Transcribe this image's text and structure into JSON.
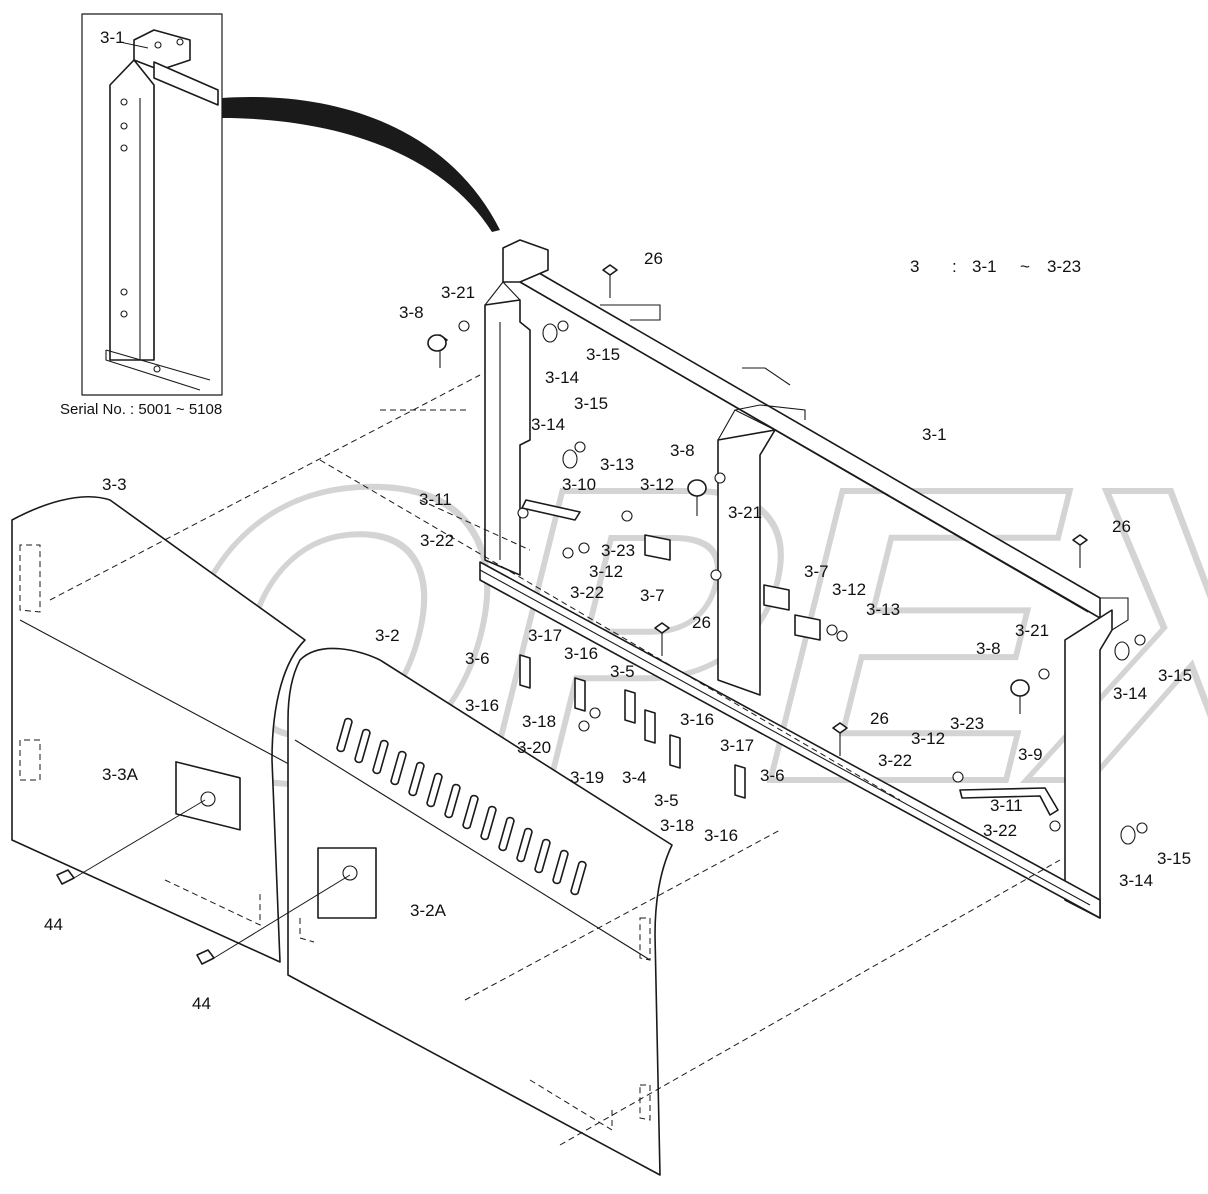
{
  "watermark": {
    "brand": "OPEX"
  },
  "legend": {
    "assembly": "3",
    "sep": ":",
    "from": "3-1",
    "tilde": "~",
    "to": "3-23"
  },
  "inset": {
    "label": "3-1",
    "serial": "Serial No. : 5001 ~ 5108"
  },
  "labels": [
    {
      "id": "p26a",
      "text": "26"
    },
    {
      "id": "p26b",
      "text": "26"
    },
    {
      "id": "p26c",
      "text": "26"
    },
    {
      "id": "p26d",
      "text": "26"
    },
    {
      "id": "p3-1",
      "text": "3-1"
    },
    {
      "id": "p3-2",
      "text": "3-2"
    },
    {
      "id": "p3-2A",
      "text": "3-2A"
    },
    {
      "id": "p3-3",
      "text": "3-3"
    },
    {
      "id": "p3-3A",
      "text": "3-3A"
    },
    {
      "id": "p3-4",
      "text": "3-4"
    },
    {
      "id": "p3-5a",
      "text": "3-5"
    },
    {
      "id": "p3-5b",
      "text": "3-5"
    },
    {
      "id": "p3-6a",
      "text": "3-6"
    },
    {
      "id": "p3-6b",
      "text": "3-6"
    },
    {
      "id": "p3-7a",
      "text": "3-7"
    },
    {
      "id": "p3-7b",
      "text": "3-7"
    },
    {
      "id": "p3-8a",
      "text": "3-8"
    },
    {
      "id": "p3-8b",
      "text": "3-8"
    },
    {
      "id": "p3-8c",
      "text": "3-8"
    },
    {
      "id": "p3-9",
      "text": "3-9"
    },
    {
      "id": "p3-10",
      "text": "3-10"
    },
    {
      "id": "p3-11a",
      "text": "3-11"
    },
    {
      "id": "p3-11b",
      "text": "3-11"
    },
    {
      "id": "p3-12a",
      "text": "3-12"
    },
    {
      "id": "p3-12b",
      "text": "3-12"
    },
    {
      "id": "p3-12c",
      "text": "3-12"
    },
    {
      "id": "p3-12d",
      "text": "3-12"
    },
    {
      "id": "p3-13a",
      "text": "3-13"
    },
    {
      "id": "p3-13b",
      "text": "3-13"
    },
    {
      "id": "p3-14a",
      "text": "3-14"
    },
    {
      "id": "p3-14b",
      "text": "3-14"
    },
    {
      "id": "p3-14c",
      "text": "3-14"
    },
    {
      "id": "p3-14d",
      "text": "3-14"
    },
    {
      "id": "p3-15a",
      "text": "3-15"
    },
    {
      "id": "p3-15b",
      "text": "3-15"
    },
    {
      "id": "p3-15c",
      "text": "3-15"
    },
    {
      "id": "p3-15d",
      "text": "3-15"
    },
    {
      "id": "p3-16a",
      "text": "3-16"
    },
    {
      "id": "p3-16b",
      "text": "3-16"
    },
    {
      "id": "p3-16c",
      "text": "3-16"
    },
    {
      "id": "p3-16d",
      "text": "3-16"
    },
    {
      "id": "p3-17a",
      "text": "3-17"
    },
    {
      "id": "p3-17b",
      "text": "3-17"
    },
    {
      "id": "p3-18a",
      "text": "3-18"
    },
    {
      "id": "p3-18b",
      "text": "3-18"
    },
    {
      "id": "p3-19",
      "text": "3-19"
    },
    {
      "id": "p3-20",
      "text": "3-20"
    },
    {
      "id": "p3-21a",
      "text": "3-21"
    },
    {
      "id": "p3-21b",
      "text": "3-21"
    },
    {
      "id": "p3-21c",
      "text": "3-21"
    },
    {
      "id": "p3-22a",
      "text": "3-22"
    },
    {
      "id": "p3-22b",
      "text": "3-22"
    },
    {
      "id": "p3-22c",
      "text": "3-22"
    },
    {
      "id": "p3-22d",
      "text": "3-22"
    },
    {
      "id": "p3-23a",
      "text": "3-23"
    },
    {
      "id": "p3-23b",
      "text": "3-23"
    },
    {
      "id": "p44a",
      "text": "44"
    },
    {
      "id": "p44b",
      "text": "44"
    }
  ]
}
